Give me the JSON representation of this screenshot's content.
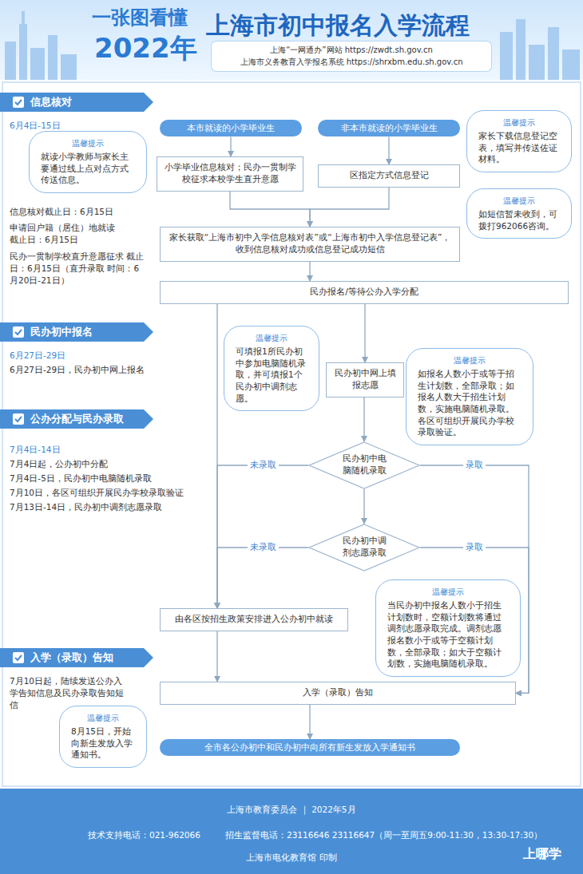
{
  "diagram": {
    "title": "上海市初中报名入学流程",
    "nodes": [
      {
        "text": [
          "上海“一网通办”网站 https://zwdt.sh.gov.cn",
          "上海市义务教育入学报名系统 https://shrxbm.edu.sh.gov.cn"
        ]
      },
      {
        "text": [
          "信息核对"
        ]
      },
      {
        "text": [
          "本市就读的小学毕业生"
        ]
      },
      {
        "text": [
          "非本市就读的小学毕业生"
        ]
      },
      {
        "text": [
          "温馨提示",
          "就读小学教师与家长主要通过线上点对点方式传送信息。"
        ]
      },
      {
        "text": [
          "温馨提示",
          "家长下载信息登记空表，填写并传送佐证材料。"
        ]
      },
      {
        "text": [
          "小学毕业信息核对；民办一贯制学校征求本校学生直升意愿"
        ]
      },
      {
        "text": [
          "区指定方式信息登记"
        ]
      },
      {
        "text": [
          "温馨提示",
          "如短信暂未收到，可拨打962066咨询。"
        ]
      },
      {
        "text": [
          "家长获取“上海市初中入学信息核对表”或“上海市初中入学信息登记表”，收到信息核对成功或信息登记成功短信"
        ]
      },
      {
        "text": [
          "民办报名/等待公办入学分配"
        ]
      },
      {
        "text": [
          "民办初中报名"
        ]
      },
      {
        "text": [
          "温馨提示",
          "可填报1所民办初中参加电脑随机录取，并可填报1个民办初中调剂志愿。"
        ]
      },
      {
        "text": [
          "民办初中网上填报志愿"
        ]
      },
      {
        "text": [
          "温馨提示",
          "如报名人数小于或等于招生计划数，全部录取；如报名人数大于招生计划数，实施电脑随机录取。各区可组织开展民办学校录取验证。"
        ]
      },
      {
        "text": [
          "公办分配与民办录取"
        ]
      },
      {
        "text": [
          "民办初中电脑随机录取"
        ]
      },
      {
        "text": [
          "民办初中调剂志愿录取"
        ]
      },
      {
        "text": [
          "由各区按招生政策安排进入公办初中就读"
        ]
      },
      {
        "text": [
          "温馨提示",
          "当民办初中报名人数小于招生计划数时，空额计划数将通过调剂志愿录取完成。调剂志愿报名数小于或等于空额计划数，全部录取；如大于空额计划数，实施电脑随机录取。"
        ]
      },
      {
        "text": [
          "入学（录取）告知"
        ]
      },
      {
        "text": [
          "入学（录取）告知"
        ]
      },
      {
        "text": [
          "温馨提示",
          "8月15日，开始向新生发放入学通知书。"
        ]
      },
      {
        "text": [
          "全市各公办初中和民办初中向所有新生发放入学通知书"
        ]
      }
    ],
    "edges": [
      {
        "from": 2,
        "to": 6,
        "arrow": "to"
      },
      {
        "from": 3,
        "to": 7,
        "arrow": "to"
      },
      {
        "from": 6,
        "to": 9,
        "arrow": "to"
      },
      {
        "from": 7,
        "to": 9,
        "arrow": "to"
      },
      {
        "from": 9,
        "to": 10,
        "arrow": "to"
      },
      {
        "from": 10,
        "to": 13,
        "arrow": "to"
      },
      {
        "from": 10,
        "to": 18,
        "arrow": "to"
      },
      {
        "from": 13,
        "to": 16,
        "arrow": "to"
      },
      {
        "from": 16,
        "to": 18,
        "label": "未录取",
        "arrow": "to"
      },
      {
        "from": 16,
        "to": 17,
        "arrow": "to"
      },
      {
        "from": 16,
        "to": 21,
        "label": "录取",
        "arrow": "to"
      },
      {
        "from": 17,
        "to": 18,
        "label": "未录取",
        "arrow": "to"
      },
      {
        "from": 17,
        "to": 21,
        "label": "录取",
        "arrow": "to"
      },
      {
        "from": 18,
        "to": 21,
        "arrow": "to"
      },
      {
        "from": 21,
        "to": 23,
        "arrow": "to"
      }
    ],
    "labels": [
      "一张图看懂",
      "2022年",
      "6月4日-15日",
      "信息核对截止日：6月15日",
      "申请回户籍（居住）地就读 截止日：6月15日",
      "民办一贯制学校直升意愿征求 截止日：6月15日（直升录取 时间：6月20日-21日）",
      "6月27日-29日",
      "6月27日-29日，民办初中网上报名",
      "7月4日-14日",
      "7月4日起，公办初中分配",
      "7月4日-5日，民办初中电脑随机录取",
      "7月10日，各区可组织开展民办学校录取验证",
      "7月13日-14日，民办初中调剂志愿录取",
      "7月10日起，陆续发送公办入学告知信息及民办录取告知短信",
      "上海市教育委员会 ｜ 2022年5月",
      "技术支持电话：021-962066",
      "招生监督电话：23116646 23116647（周一至周五9:00-11:30，13:30-17:30）",
      "上海市电化教育馆 印制",
      "上哪学"
    ]
  }
}
